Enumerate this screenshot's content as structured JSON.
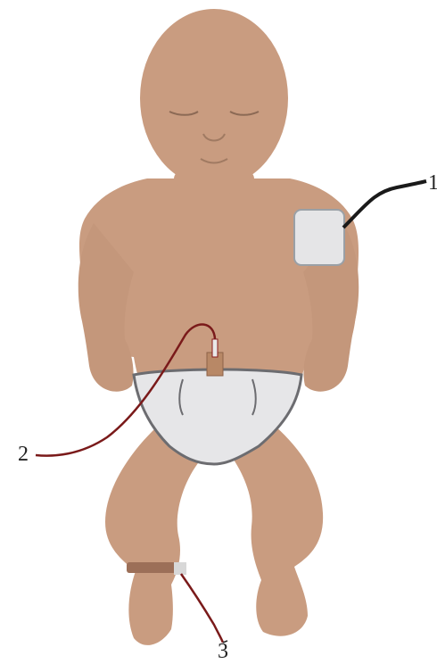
{
  "labels": {
    "one": "1",
    "two": "2",
    "three": "3"
  },
  "colors": {
    "skin": "#c99c80",
    "skin_shadow": "#b78a6f",
    "diaper": "#e6e6e8",
    "diaper_edge": "#6c6c70",
    "cuff": "#e5e5e7",
    "cable_dark": "#1a1a1a",
    "cable_red": "#7a1a1a",
    "band": "#9c6f58"
  },
  "icons": {
    "bp-cuff": "blood-pressure-cuff-icon",
    "umbilical-line": "umbilical-catheter-icon",
    "ankle-sensor": "ankle-sensor-band-icon"
  }
}
